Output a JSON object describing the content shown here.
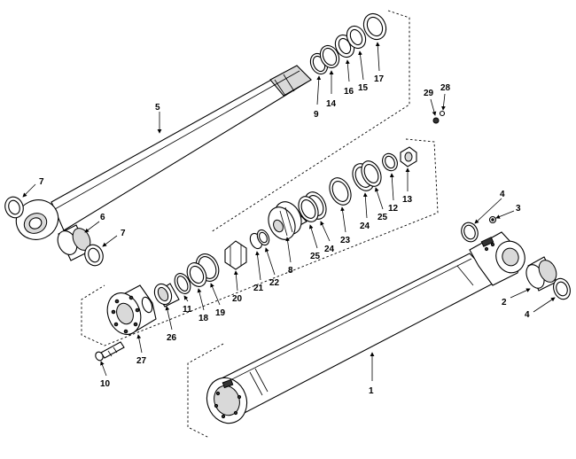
{
  "callouts": {
    "c1": "1",
    "c2": "2",
    "c3": "3",
    "c4a": "4",
    "c4b": "4",
    "c5": "5",
    "c6": "6",
    "c7a": "7",
    "c7b": "7",
    "c8": "8",
    "c9": "9",
    "c10": "10",
    "c11": "11",
    "c12": "12",
    "c13": "13",
    "c14": "14",
    "c15": "15",
    "c16": "16",
    "c17": "17",
    "c18": "18",
    "c19": "19",
    "c20": "20",
    "c21": "21",
    "c22": "22",
    "c23": "23",
    "c24a": "24",
    "c24b": "24",
    "c25a": "25",
    "c25b": "25",
    "c26": "26",
    "c27": "27",
    "c28": "28",
    "c29": "29"
  },
  "colors": {
    "line": "#000000",
    "background": "#ffffff",
    "shade": "#d9d9d9"
  }
}
